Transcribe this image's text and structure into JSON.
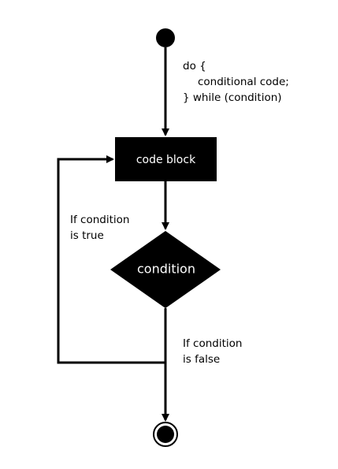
{
  "code_note": {
    "line1": "do {",
    "line2": "conditional code;",
    "line3": "} while (condition)"
  },
  "nodes": {
    "start": "",
    "process": "code block",
    "decision": "condition",
    "end": ""
  },
  "edge_labels": {
    "true_line1": "If condition",
    "true_line2": "is true",
    "false_line1": "If condition",
    "false_line2": "is false"
  },
  "colors": {
    "fill": "#000000",
    "text_on_fill": "#ffffff",
    "background": "#ffffff"
  }
}
